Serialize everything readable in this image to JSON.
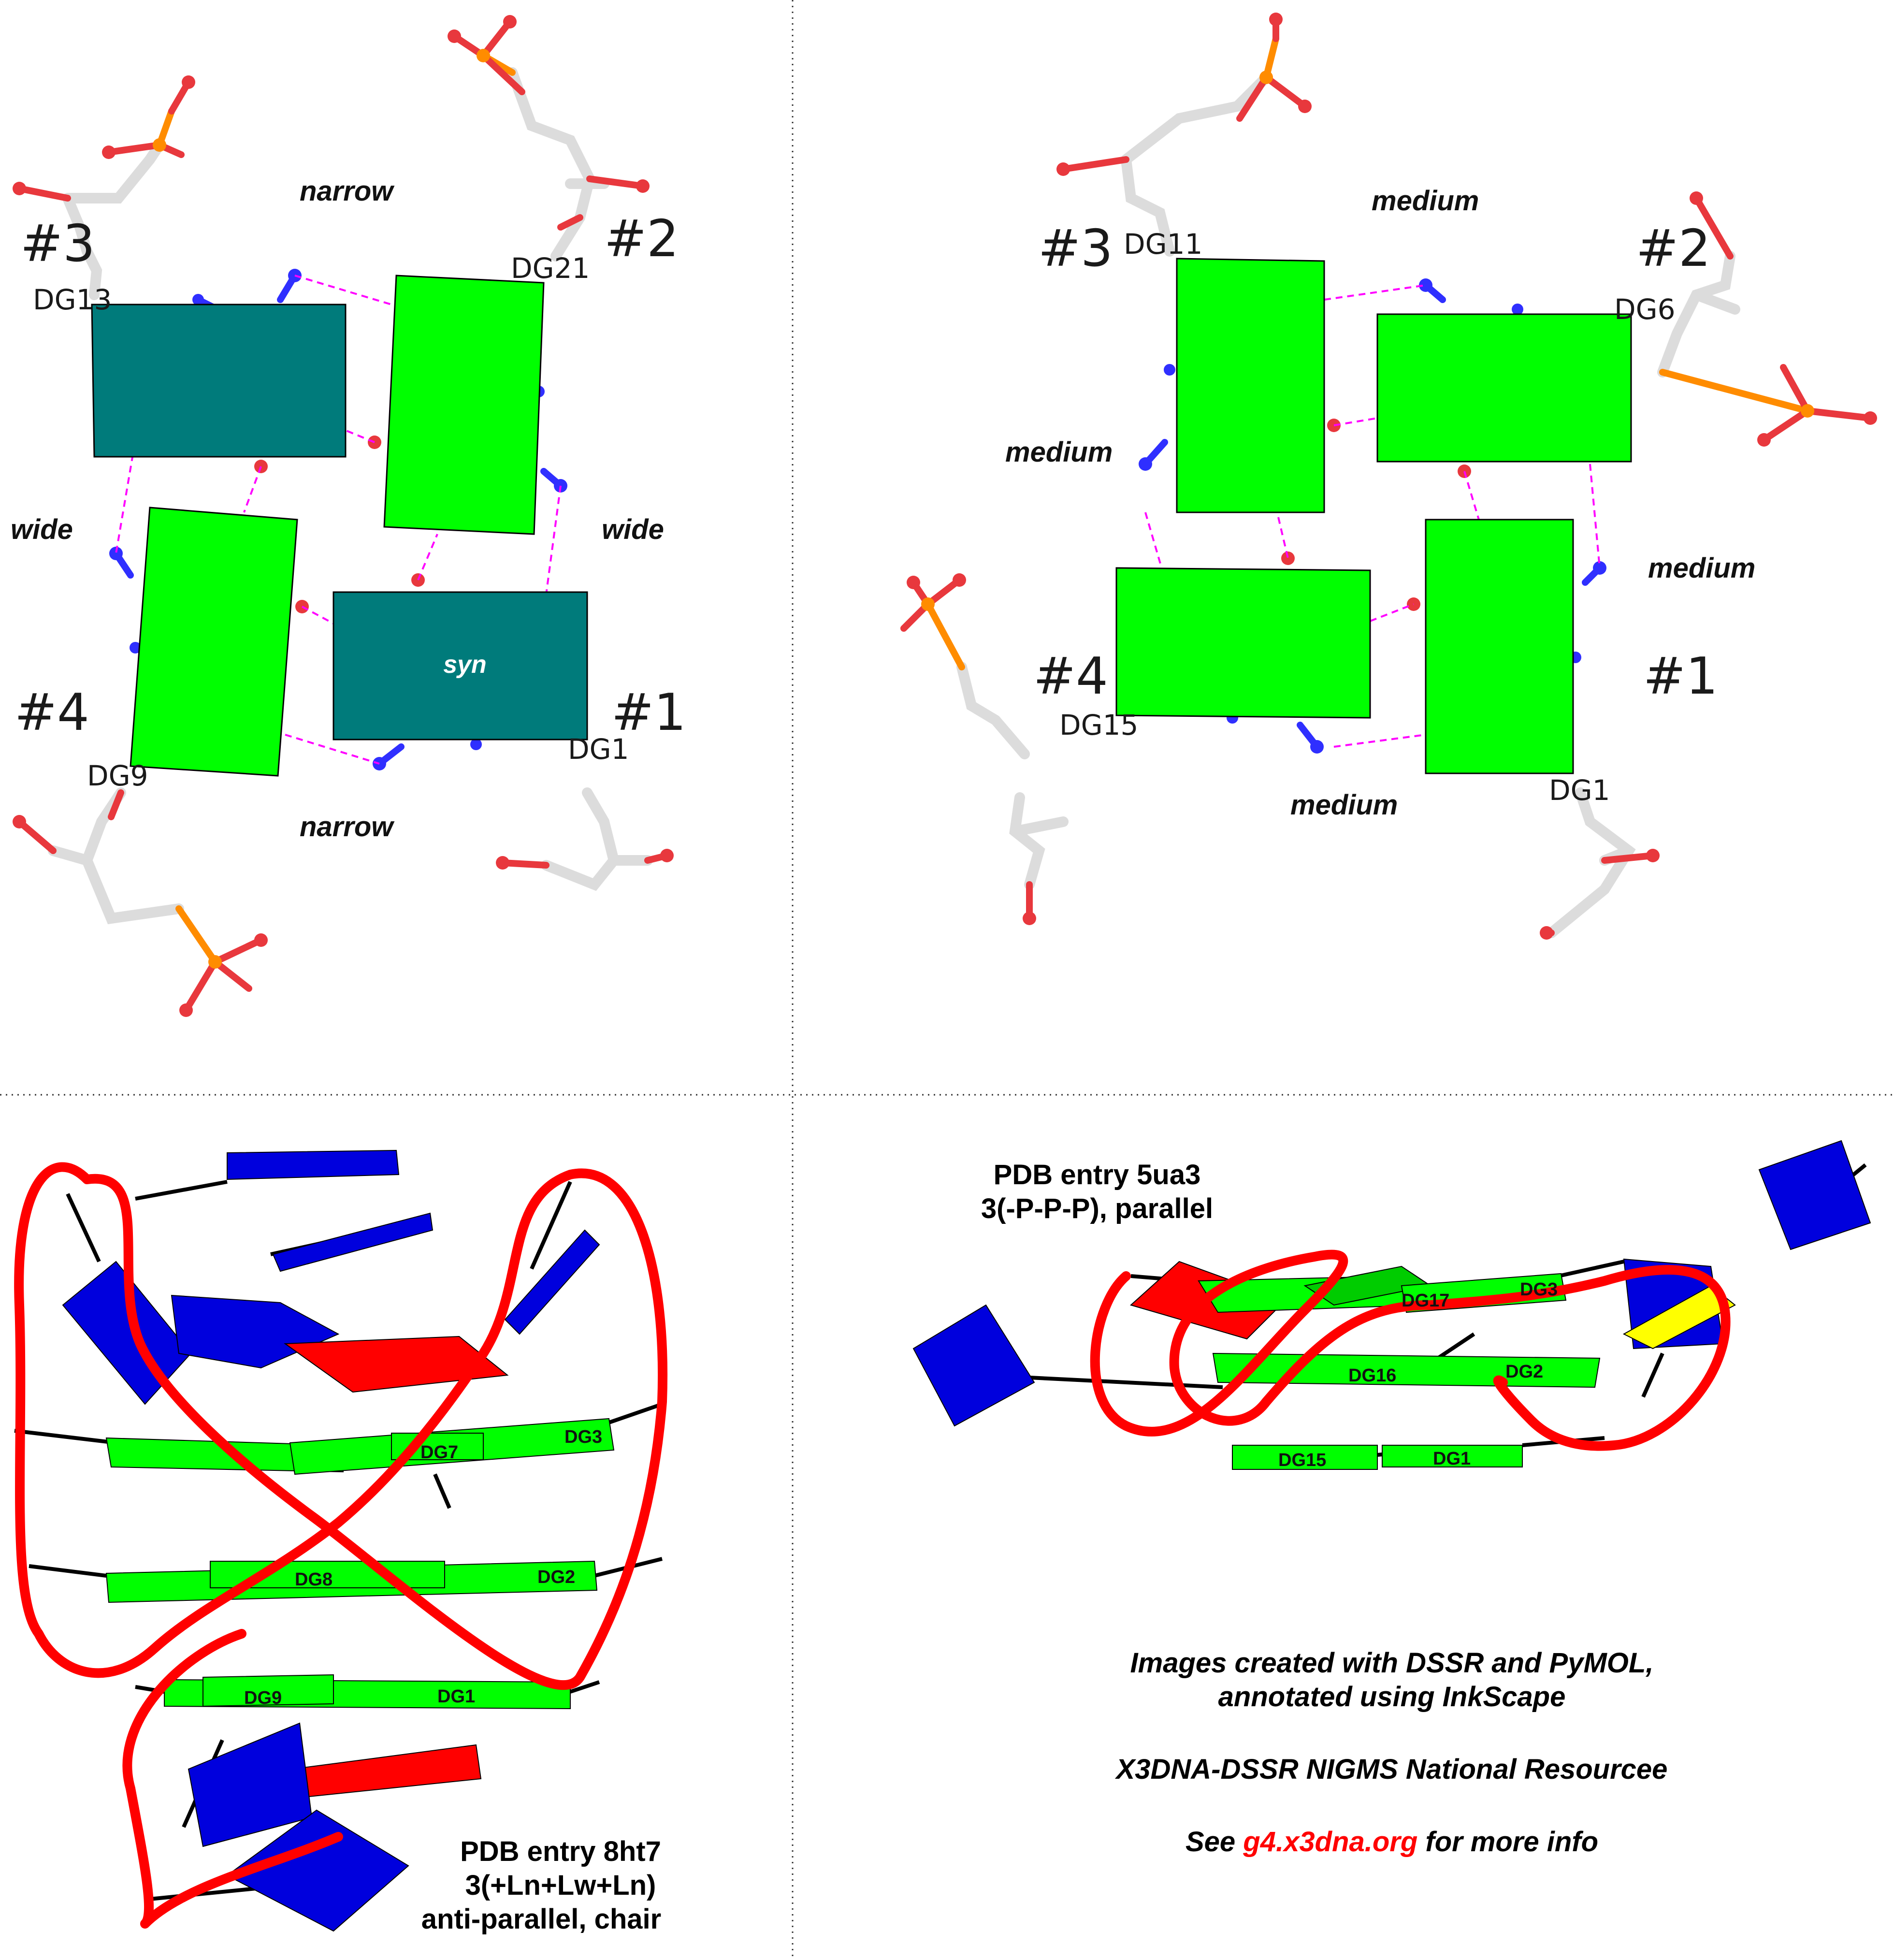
{
  "panel_tl": {
    "strand_numbers": [
      "#3",
      "#2",
      "#4",
      "#1"
    ],
    "residues": [
      "DG13",
      "DG21",
      "DG9",
      "DG1"
    ],
    "grooves": {
      "top": "narrow",
      "bottom": "narrow",
      "left": "wide",
      "right": "wide"
    },
    "syn_label": "syn"
  },
  "panel_tr": {
    "strand_numbers": [
      "#3",
      "#2",
      "#4",
      "#1"
    ],
    "residues": [
      "DG11",
      "DG6",
      "DG15",
      "DG1"
    ],
    "grooves": {
      "top": "medium",
      "left": "medium",
      "right": "medium",
      "bottom": "medium"
    }
  },
  "panel_bl": {
    "block_labels": [
      "DG7",
      "DG3",
      "DG8",
      "DG2",
      "DG9",
      "DG1"
    ],
    "caption": [
      "PDB entry 8ht7",
      "3(+Ln+Lw+Ln)",
      "anti-parallel, chair"
    ]
  },
  "panel_br": {
    "block_labels": [
      "DG17",
      "DG3",
      "DG16",
      "DG2",
      "DG15",
      "DG1"
    ],
    "caption": [
      "PDB entry 5ua3",
      "3(-P-P-P), parallel"
    ],
    "credits": {
      "line1": "Images created with DSSR and PyMOL,",
      "line2": "annotated using InkScape",
      "line3": "X3DNA-DSSR NIGMS National Resourcee",
      "see_prefix": "See ",
      "link": "g4.x3dna.org",
      "see_suffix": " for more info"
    }
  },
  "colors": {
    "green": "#00ff00",
    "teal": "#007b7b",
    "blue": "#0000dd",
    "red": "#ff0000",
    "yellow": "#ffff00",
    "hbond": "#ff00ff"
  }
}
